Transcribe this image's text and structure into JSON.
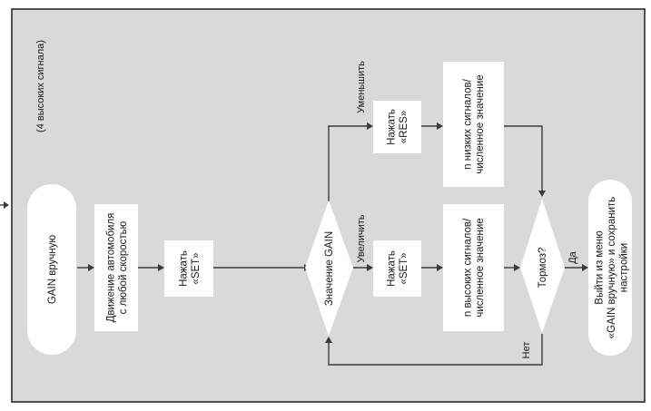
{
  "diagram": {
    "note": "(4 высоких сигнала)",
    "nodes": {
      "start": [
        "GAIN вручную"
      ],
      "drive": [
        "Движение автомобиля",
        "с любой скоростью"
      ],
      "press_set_1": [
        "Нажать",
        "«SET»"
      ],
      "gain_decision": [
        "Значение GAIN"
      ],
      "press_res": [
        "Нажать",
        "«RES»"
      ],
      "press_set_2": [
        "Нажать",
        "«SET»"
      ],
      "low_signals": [
        "n низких сигналов/",
        "численное значение"
      ],
      "high_signals": [
        "n высоких сигналов/",
        "численное значение"
      ],
      "brake_decision": [
        "Тормоз?"
      ],
      "exit": [
        "Выйти из меню",
        "«GAIN вручную» и сохранить",
        "настройки"
      ]
    },
    "labels": {
      "decrease": "Уменьшить",
      "increase": "Увеличить",
      "yes": "Да",
      "no": "Нет"
    }
  },
  "colors": {
    "panel_background": "#d9d9d9",
    "node_fill": "#ffffff",
    "line": "#3a3a3a"
  }
}
